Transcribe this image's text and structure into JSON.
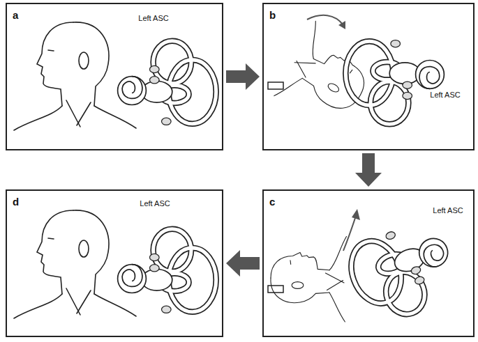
{
  "diagram": {
    "nodes": [
      {
        "text": [
          "a",
          "Left ASC"
        ]
      },
      {
        "text": [
          "b",
          "Left ASC"
        ]
      },
      {
        "text": [
          "c",
          "Left ASC"
        ]
      },
      {
        "text": [
          "d",
          "Left ASC"
        ]
      }
    ],
    "edges": [
      {
        "from": 0,
        "to": 1,
        "arrow": "to"
      },
      {
        "from": 1,
        "to": 2,
        "arrow": "to"
      },
      {
        "from": 2,
        "to": 3,
        "arrow": "to"
      }
    ]
  }
}
